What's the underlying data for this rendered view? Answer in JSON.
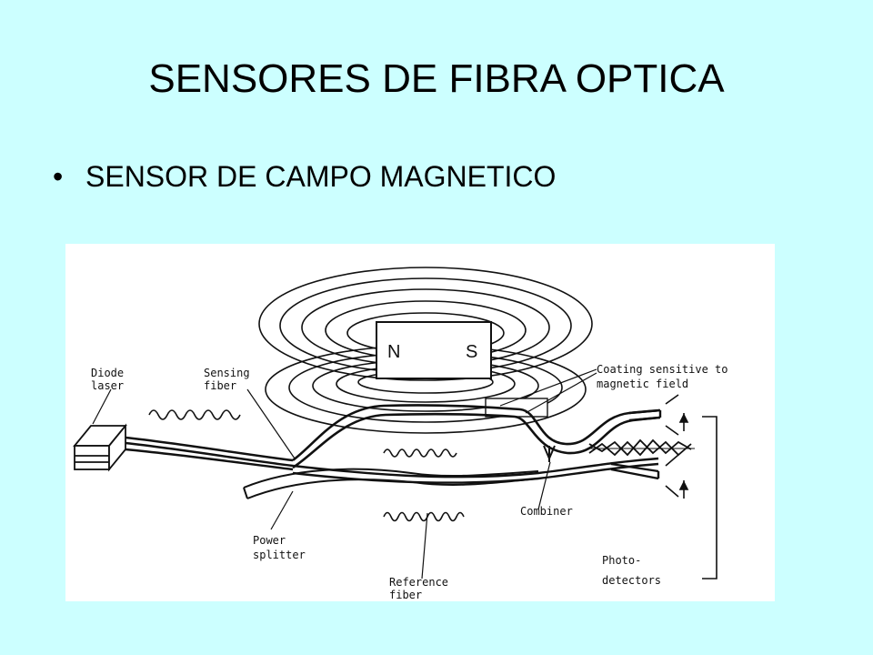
{
  "slide": {
    "title": "SENSORES DE FIBRA OPTICA",
    "bullet": "SENSOR DE CAMPO MAGNETICO"
  },
  "diagram": {
    "magnet": {
      "north": "N",
      "south": "S"
    },
    "labels": {
      "diode_laser": [
        "Diode",
        "laser"
      ],
      "sensing_fiber": [
        "Sensing",
        "fiber"
      ],
      "coating": [
        "Coating sensitive to",
        "magnetic field"
      ],
      "combiner": "Combiner",
      "power_splitter": [
        "Power",
        "splitter"
      ],
      "reference_fiber": [
        "Reference",
        "fiber"
      ],
      "photodetectors": [
        "Photo-",
        "detectors"
      ]
    }
  },
  "colors": {
    "background": "#ccffff",
    "figure": "#ffffff",
    "ink": "#111111"
  }
}
